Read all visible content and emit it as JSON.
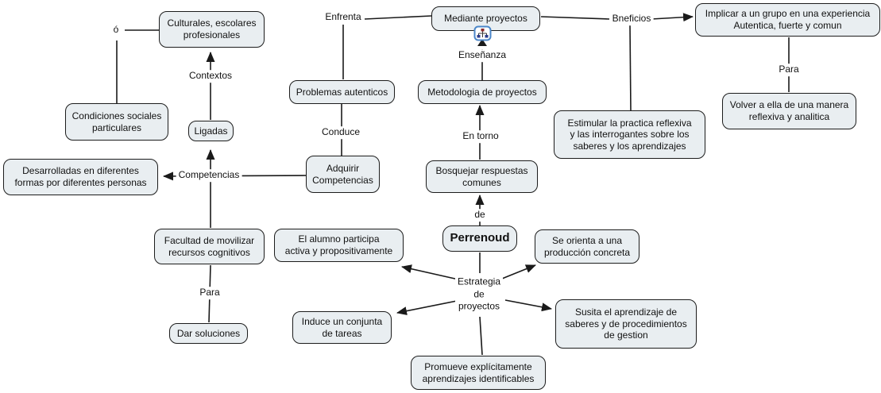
{
  "title": "Perrenoud - Estrategia de proyectos concept map",
  "colors": {
    "node_fill": "#e9eef1",
    "node_border": "#1c1c1c",
    "line": "#1a1a1a",
    "icon_border": "#4a86c8",
    "icon_node_top": "#8b2a2a",
    "icon_node_child": "#2a3a8b"
  },
  "icons": {
    "mediante_resource": "sitemap-icon"
  },
  "nodes": {
    "culturales": [
      "Culturales, escolares",
      "profesionales"
    ],
    "condiciones": [
      "Condiciones sociales",
      "particulares"
    ],
    "ligadas": [
      "Ligadas"
    ],
    "desarrolladas": [
      "Desarrolladas en diferentes",
      "formas por diferentes personas"
    ],
    "problemas": [
      "Problemas autenticos"
    ],
    "adquirir": [
      "Adquirir",
      "Competencias"
    ],
    "mediante": [
      "Mediante proyectos"
    ],
    "metodologia": [
      "Metodologia de proyectos"
    ],
    "bosquejar": [
      "Bosquejar respuestas",
      "comunes"
    ],
    "perrenoud": [
      "Perrenoud"
    ],
    "el_alumno": [
      "El alumno participa",
      "activa y propositivamente"
    ],
    "se_orienta": [
      "Se orienta a una",
      "producción concreta"
    ],
    "induce": [
      "Induce un conjunta",
      "de tareas"
    ],
    "susita": [
      "Susita el aprendizaje de",
      "saberes y de procedimientos",
      "de gestion"
    ],
    "promueve": [
      "Promueve explícitamente",
      "aprendizajes identificables"
    ],
    "facultad": [
      "Facultad de movilizar",
      "recursos cognitivos"
    ],
    "dar": [
      "Dar soluciones"
    ],
    "implicar": [
      "Implicar a un grupo en una experiencia",
      "Autentica, fuerte y comun"
    ],
    "volver": [
      "Volver a ella de una manera",
      "reflexiva y analitica"
    ],
    "estimular": [
      "Estimular la practica reflexiva",
      "y las interrogantes sobre los",
      "saberes y los aprendizajes"
    ]
  },
  "links": {
    "o": "ó",
    "contextos": "Contextos",
    "competencias": "Competencias",
    "conduce": "Conduce",
    "enfrenta": "Enfrenta",
    "ensenanza": "Enseñanza",
    "en_torno": "En torno",
    "de": "de",
    "bneficios": "Bneficios",
    "para_right": "Para",
    "para_left": "Para",
    "estrategia": [
      "Estrategia",
      "de",
      "proyectos"
    ]
  }
}
